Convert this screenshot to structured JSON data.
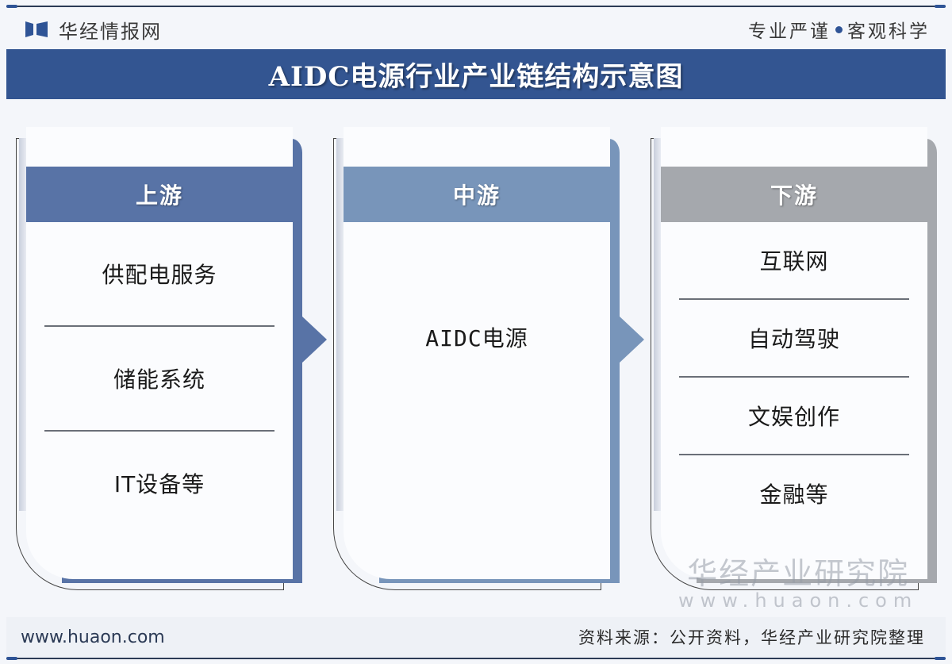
{
  "header": {
    "brand_name": "华经情报网",
    "slogan_left": "专业严谨",
    "slogan_right": "客观科学"
  },
  "title": "AIDC电源行业产业链结构示意图",
  "diagram": {
    "upstream": {
      "label": "上游",
      "color": "#5873a6",
      "items": [
        "供配电服务",
        "储能系统",
        "IT设备等"
      ]
    },
    "midstream": {
      "label": "中游",
      "color": "#7895ba",
      "items": [
        "AIDC电源"
      ]
    },
    "downstream": {
      "label": "下游",
      "color": "#a5a8ad",
      "items": [
        "互联网",
        "自动驾驶",
        "文娱创作",
        "金融等"
      ]
    }
  },
  "watermark": {
    "cn": "华经产业研究院",
    "en": "www.huaon.com"
  },
  "footer": {
    "site": "www.huaon.com",
    "source": "资料来源：公开资料，华经产业研究院整理"
  }
}
